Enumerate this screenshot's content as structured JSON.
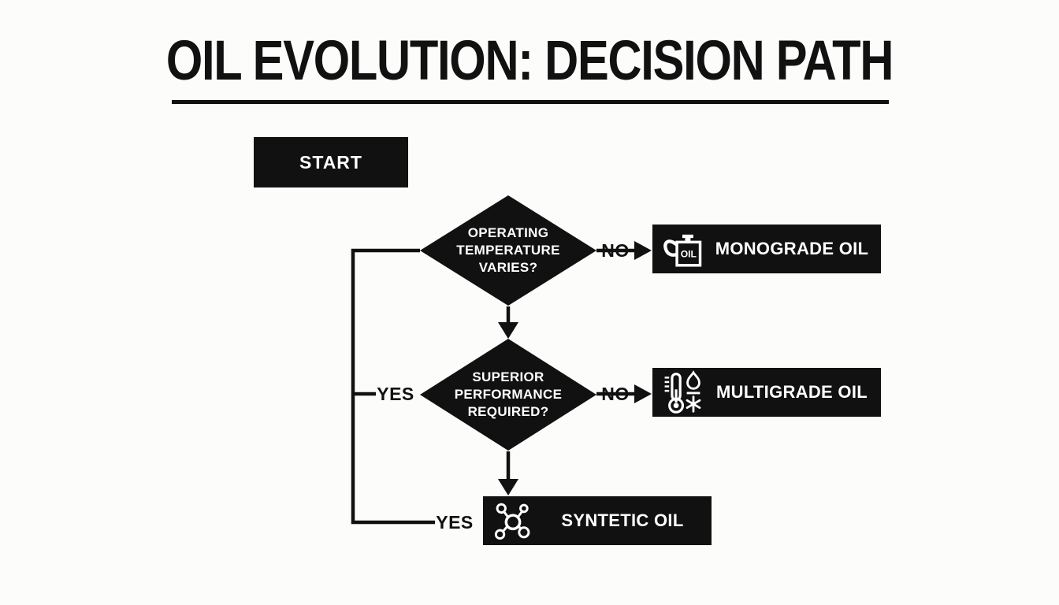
{
  "title": "OIL EVOLUTION: DECISION PATH",
  "colors": {
    "node_fill": "#111111",
    "node_text": "#ffffff",
    "line": "#111111",
    "background": "#fcfcfb"
  },
  "flowchart": {
    "start": {
      "label": "START"
    },
    "decision1": {
      "lines": [
        "OPERATING",
        "TEMPERATURE",
        "VARIES?"
      ]
    },
    "decision2": {
      "lines": [
        "SUPERIOR",
        "PERFORMANCE",
        "REQUIRED?"
      ]
    },
    "outcome_monograde": {
      "label": "MONOGRADE OIL",
      "icon": "oil-can-icon",
      "icon_text": "OIL"
    },
    "outcome_multigrade": {
      "label": "MULTIGRADE OIL",
      "icon": "thermometer-fire-snowflake-icon"
    },
    "outcome_synthetic": {
      "label": "SYNTETIC OIL",
      "icon": "molecule-icon"
    },
    "edges": {
      "no_monograde": "NO",
      "no_multigrade": "NO",
      "yes_performance": "YES",
      "yes_synthetic": "YES"
    }
  }
}
